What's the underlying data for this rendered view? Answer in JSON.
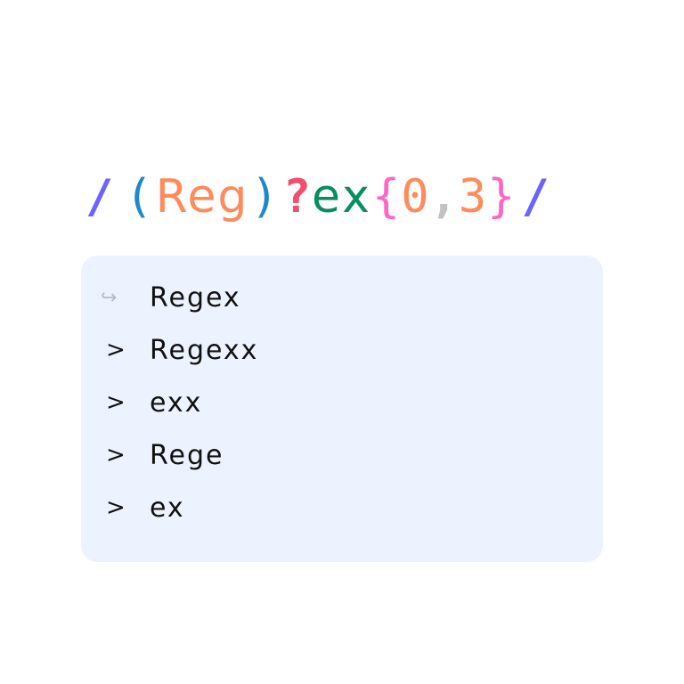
{
  "regex": {
    "tokens": [
      {
        "text": "/",
        "role": "delimiter",
        "color": "#6c63ff"
      },
      {
        "text": "(",
        "role": "group-open",
        "color": "#1e88c9"
      },
      {
        "text": "Reg",
        "role": "literal",
        "color": "#ff8a5c"
      },
      {
        "text": ")",
        "role": "group-close",
        "color": "#1e88c9"
      },
      {
        "text": "?",
        "role": "quantifier-optional",
        "color": "#f0506e"
      },
      {
        "text": "ex",
        "role": "literal",
        "color": "#0a8c5f"
      },
      {
        "text": "{",
        "role": "quantifier-open",
        "color": "#ff66c4"
      },
      {
        "text": "0",
        "role": "quantifier-min",
        "color": "#ff8a5c"
      },
      {
        "text": ",",
        "role": "quantifier-separator",
        "color": "#c2c2c2"
      },
      {
        "text": "3",
        "role": "quantifier-max",
        "color": "#ff8a5c"
      },
      {
        "text": "}",
        "role": "quantifier-close",
        "color": "#ff66c4"
      },
      {
        "text": "/",
        "role": "delimiter",
        "color": "#6c63ff"
      }
    ]
  },
  "matches": {
    "background": "#edf3fe",
    "items": [
      {
        "marker": "↪",
        "marker_icon": "return-arrow-icon",
        "text": "Regex",
        "current": true
      },
      {
        "marker": ">",
        "marker_icon": "chevron-right-icon",
        "text": "Regexx",
        "current": false
      },
      {
        "marker": ">",
        "marker_icon": "chevron-right-icon",
        "text": "exx",
        "current": false
      },
      {
        "marker": ">",
        "marker_icon": "chevron-right-icon",
        "text": "Rege",
        "current": false
      },
      {
        "marker": ">",
        "marker_icon": "chevron-right-icon",
        "text": "ex",
        "current": false
      }
    ]
  }
}
